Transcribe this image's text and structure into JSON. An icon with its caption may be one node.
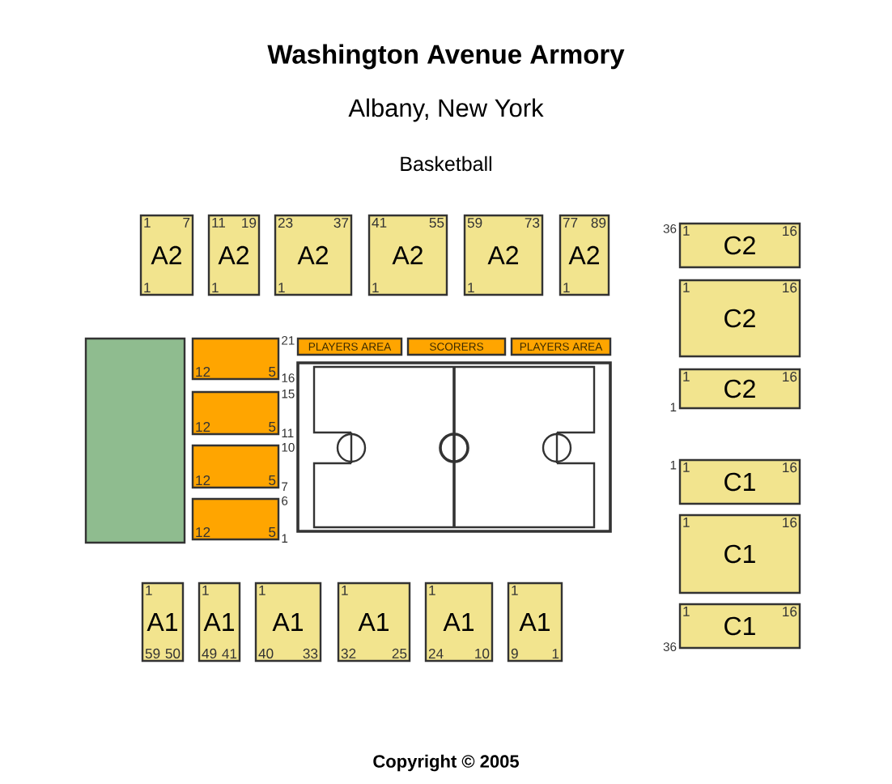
{
  "diagram": {
    "title": "Washington Avenue Armory",
    "caption": "Copyright © 2005",
    "nodes": [
      {
        "text": [
          "1",
          "7",
          "A2",
          "1"
        ]
      },
      {
        "text": [
          "11",
          "19",
          "A2",
          "1"
        ]
      },
      {
        "text": [
          "23",
          "37",
          "A2",
          "1"
        ]
      },
      {
        "text": [
          "41",
          "55",
          "A2",
          "1"
        ]
      },
      {
        "text": [
          "59",
          "73",
          "A2",
          "1"
        ]
      },
      {
        "text": [
          "77",
          "89",
          "A2",
          "1"
        ]
      },
      {
        "text": [
          "1",
          "16",
          "C2"
        ],
        "beside": [
          "36"
        ]
      },
      {
        "text": [
          "1",
          "16",
          "C2"
        ]
      },
      {
        "text": [
          "1",
          "16",
          "C2"
        ],
        "beside": [
          "1"
        ]
      },
      {
        "text": [],
        "shape": "box"
      },
      {
        "text": [
          "12",
          "5"
        ],
        "beside": [
          "21",
          "16"
        ]
      },
      {
        "text": [
          "12",
          "5"
        ],
        "beside": [
          "15",
          "11"
        ]
      },
      {
        "text": [
          "12",
          "5"
        ],
        "beside": [
          "10",
          "7"
        ]
      },
      {
        "text": [
          "12",
          "5"
        ],
        "beside": [
          "6",
          "1"
        ]
      },
      {
        "text": [
          "PLAYERS AREA"
        ]
      },
      {
        "text": [
          "SCORERS"
        ]
      },
      {
        "text": [
          "PLAYERS AREA"
        ]
      },
      {
        "text": [
          "1",
          "16",
          "C1"
        ],
        "beside": [
          "1"
        ]
      },
      {
        "text": [
          "1",
          "16",
          "C1"
        ]
      },
      {
        "text": [
          "1",
          "16",
          "C1"
        ],
        "beside": [
          "36"
        ]
      },
      {
        "text": [
          "1",
          "A1",
          "59",
          "50"
        ]
      },
      {
        "text": [
          "1",
          "A1",
          "49",
          "41"
        ]
      },
      {
        "text": [
          "1",
          "A1",
          "40",
          "33"
        ]
      },
      {
        "text": [
          "1",
          "A1",
          "32",
          "25"
        ]
      },
      {
        "text": [
          "1",
          "A1",
          "24",
          "10"
        ]
      },
      {
        "text": [
          "1",
          "A1",
          "9",
          "1"
        ]
      }
    ],
    "labels": [
      "Albany, New York",
      "Basketball"
    ]
  }
}
